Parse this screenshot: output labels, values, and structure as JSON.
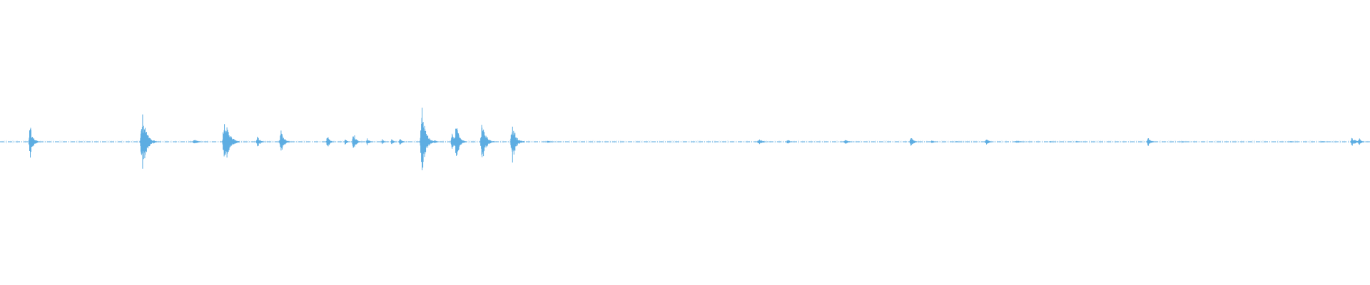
{
  "waveform": {
    "color": "#5DADE2",
    "baseline_color": "#5DADE2",
    "events": [
      {
        "t": 0.022,
        "amp": 0.36,
        "width": 0.0025
      },
      {
        "t": 0.104,
        "amp": 0.68,
        "width": 0.0035
      },
      {
        "t": 0.142,
        "amp": 0.06,
        "width": 0.003
      },
      {
        "t": 0.164,
        "amp": 0.65,
        "width": 0.0035
      },
      {
        "t": 0.188,
        "amp": 0.12,
        "width": 0.0025
      },
      {
        "t": 0.205,
        "amp": 0.28,
        "width": 0.0025
      },
      {
        "t": 0.239,
        "amp": 0.16,
        "width": 0.002
      },
      {
        "t": 0.252,
        "amp": 0.08,
        "width": 0.0015
      },
      {
        "t": 0.258,
        "amp": 0.22,
        "width": 0.002
      },
      {
        "t": 0.268,
        "amp": 0.08,
        "width": 0.002
      },
      {
        "t": 0.279,
        "amp": 0.06,
        "width": 0.0015
      },
      {
        "t": 0.286,
        "amp": 0.08,
        "width": 0.0015
      },
      {
        "t": 0.292,
        "amp": 0.08,
        "width": 0.002
      },
      {
        "t": 0.308,
        "amp": 0.85,
        "width": 0.003
      },
      {
        "t": 0.317,
        "amp": 0.05,
        "width": 0.002
      },
      {
        "t": 0.33,
        "amp": 0.26,
        "width": 0.002
      },
      {
        "t": 0.333,
        "amp": 0.46,
        "width": 0.0025
      },
      {
        "t": 0.352,
        "amp": 0.47,
        "width": 0.003
      },
      {
        "t": 0.374,
        "amp": 0.44,
        "width": 0.003
      },
      {
        "t": 0.4,
        "amp": 0.03,
        "width": 0.003
      },
      {
        "t": 0.554,
        "amp": 0.07,
        "width": 0.003
      },
      {
        "t": 0.575,
        "amp": 0.06,
        "width": 0.002
      },
      {
        "t": 0.617,
        "amp": 0.05,
        "width": 0.003
      },
      {
        "t": 0.665,
        "amp": 0.1,
        "width": 0.0025
      },
      {
        "t": 0.68,
        "amp": 0.04,
        "width": 0.002
      },
      {
        "t": 0.698,
        "amp": 0.02,
        "width": 0.003
      },
      {
        "t": 0.72,
        "amp": 0.08,
        "width": 0.002
      },
      {
        "t": 0.742,
        "amp": 0.03,
        "width": 0.004
      },
      {
        "t": 0.767,
        "amp": 0.02,
        "width": 0.003
      },
      {
        "t": 0.786,
        "amp": 0.02,
        "width": 0.003
      },
      {
        "t": 0.838,
        "amp": 0.12,
        "width": 0.002
      },
      {
        "t": 0.863,
        "amp": 0.02,
        "width": 0.003
      },
      {
        "t": 0.942,
        "amp": 0.02,
        "width": 0.003
      },
      {
        "t": 0.965,
        "amp": 0.02,
        "width": 0.004
      },
      {
        "t": 0.987,
        "amp": 0.12,
        "width": 0.0025
      },
      {
        "t": 0.992,
        "amp": 0.09,
        "width": 0.002
      }
    ]
  }
}
